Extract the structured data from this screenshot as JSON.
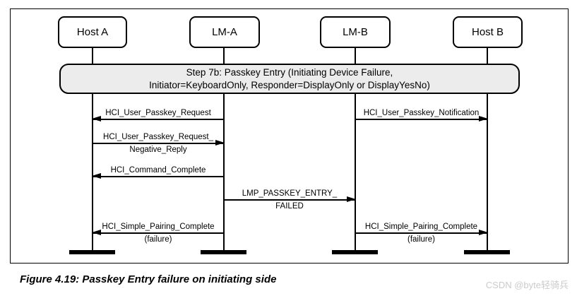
{
  "diagram": {
    "entities": [
      {
        "id": "host-a",
        "label": "Host A"
      },
      {
        "id": "lm-a",
        "label": "LM-A"
      },
      {
        "id": "lm-b",
        "label": "LM-B"
      },
      {
        "id": "host-b",
        "label": "Host B"
      }
    ],
    "banner": {
      "line1": "Step 7b:  Passkey Entry (Initiating Device Failure,",
      "line2": "Initiator=KeyboardOnly, Responder=DisplayOnly or DisplayYesNo)"
    },
    "messages": [
      {
        "from": "LM-A",
        "to": "Host A",
        "direction": "left",
        "lines": [
          "HCI_User_Passkey_Request"
        ]
      },
      {
        "from": "LM-B",
        "to": "Host B",
        "direction": "right",
        "lines": [
          "HCI_User_Passkey_Notification"
        ]
      },
      {
        "from": "Host A",
        "to": "LM-A",
        "direction": "right",
        "lines": [
          "HCI_User_Passkey_Request_",
          "Negative_Reply"
        ]
      },
      {
        "from": "LM-A",
        "to": "Host A",
        "direction": "left",
        "lines": [
          "HCI_Command_Complete"
        ]
      },
      {
        "from": "LM-A",
        "to": "LM-B",
        "direction": "right",
        "lines": [
          "LMP_PASSKEY_ENTRY_",
          "FAILED"
        ]
      },
      {
        "from": "LM-A",
        "to": "Host A",
        "direction": "left",
        "lines": [
          "HCI_Simple_Pairing_Complete",
          "(failure)"
        ]
      },
      {
        "from": "LM-B",
        "to": "Host B",
        "direction": "right",
        "lines": [
          "HCI_Simple_Pairing_Complete",
          "(failure)"
        ]
      }
    ]
  },
  "caption": "Figure 4.19: Passkey Entry failure on initiating side",
  "watermark": "CSDN @byte轻骑兵",
  "colors": {
    "banner_fill": "#ececec",
    "line": "#000000",
    "watermark": "#cbcbcb",
    "background": "#ffffff"
  }
}
